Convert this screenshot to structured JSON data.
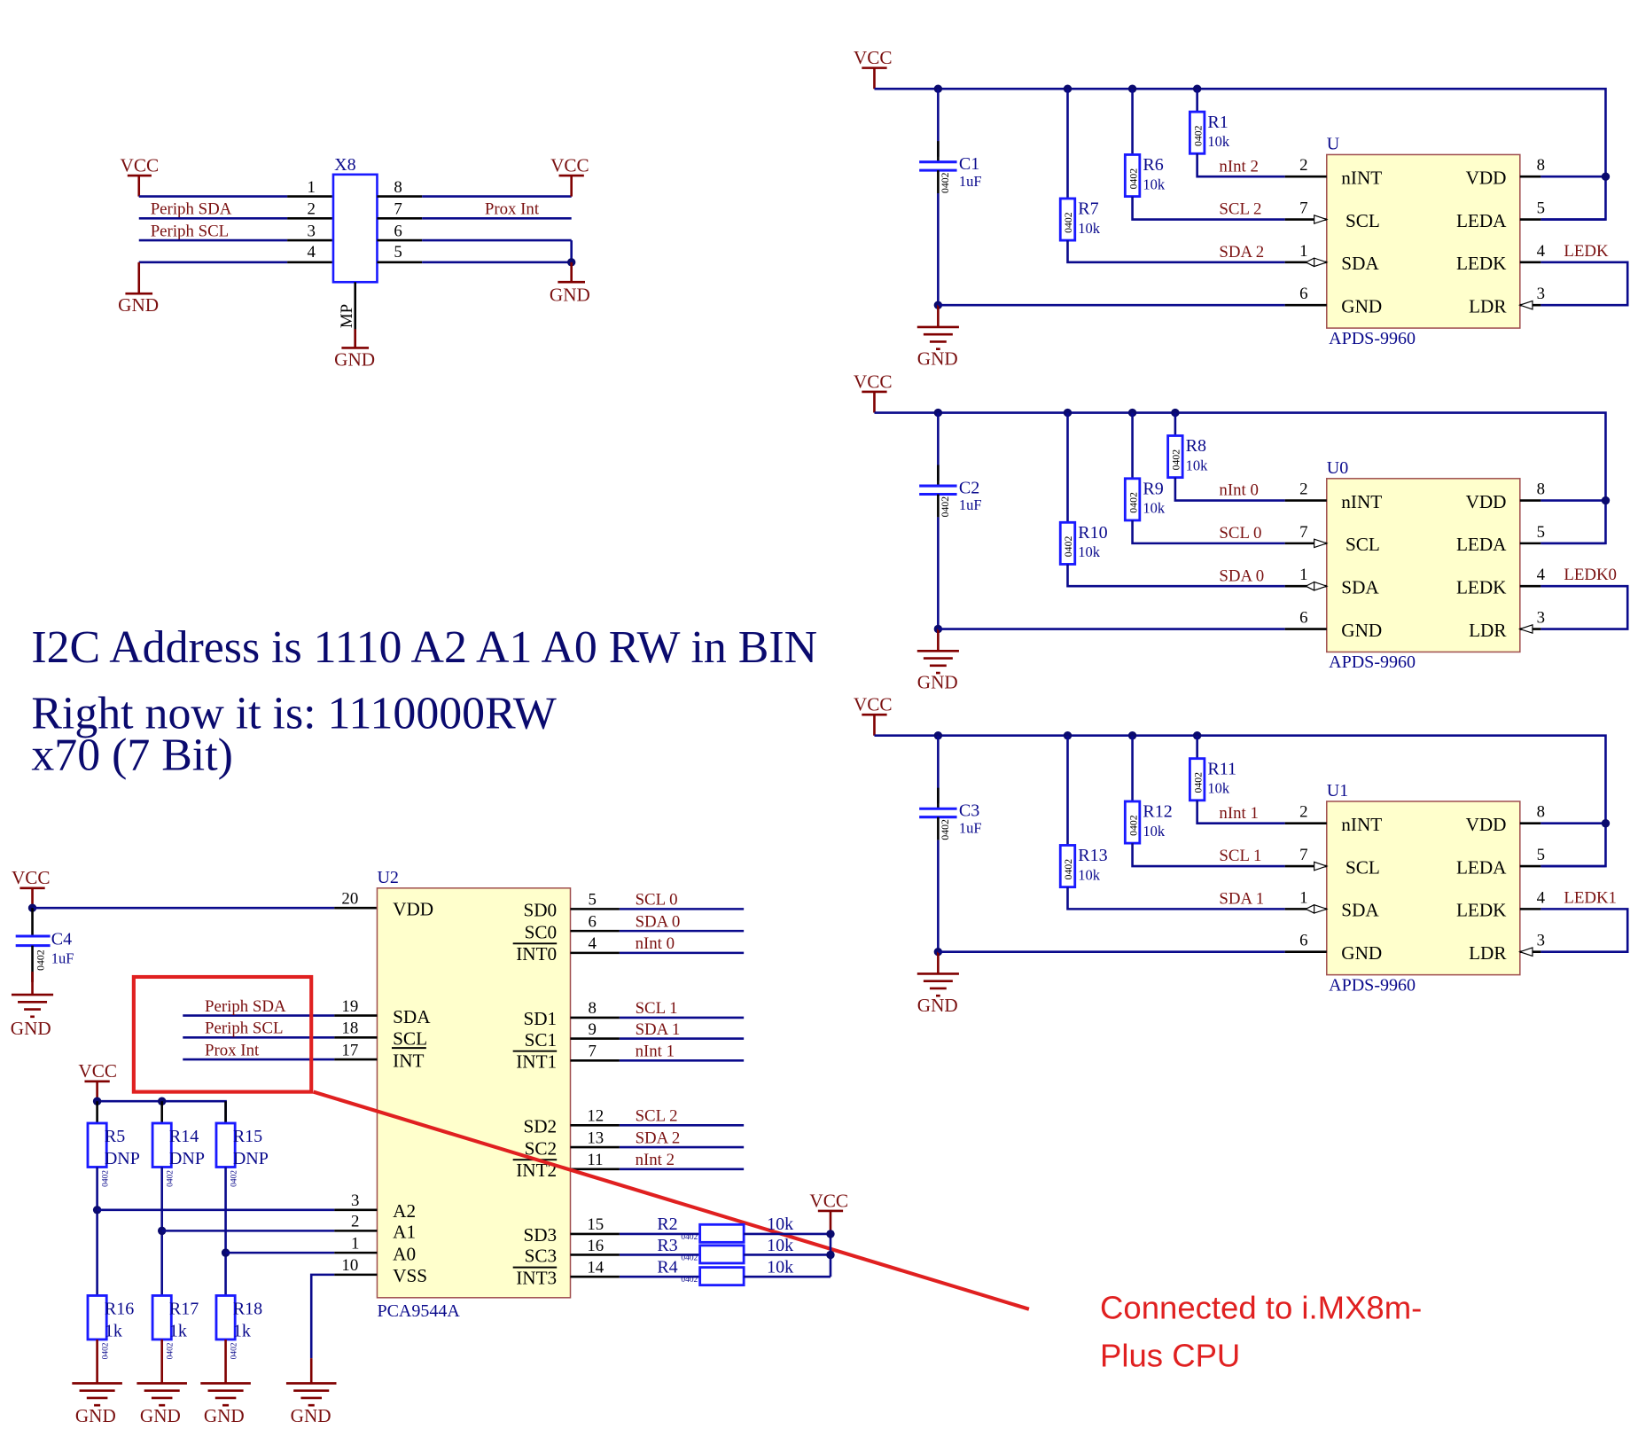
{
  "colors": {
    "wire": "#0a0a8c",
    "power": "#800000",
    "component_outline": "#1a1aff",
    "ic_fill": "#ffffcc",
    "annotation": "#e02020",
    "note_text": "#0a0a6e"
  },
  "power": {
    "vcc": "VCC",
    "gnd": "GND"
  },
  "connector": {
    "ref": "X8",
    "mp": "MP",
    "left_pins": [
      {
        "num": "1",
        "net": ""
      },
      {
        "num": "2",
        "net": "Periph  SDA"
      },
      {
        "num": "3",
        "net": "Periph  SCL"
      },
      {
        "num": "4",
        "net": ""
      }
    ],
    "right_pins": [
      {
        "num": "8",
        "net": ""
      },
      {
        "num": "7",
        "net": "Prox  Int"
      },
      {
        "num": "6",
        "net": ""
      },
      {
        "num": "5",
        "net": ""
      }
    ]
  },
  "sensors": [
    {
      "ref": "U",
      "part": "APDS-9960",
      "cap": {
        "ref": "C1",
        "val": "1uF",
        "pkg": "0402"
      },
      "r_int": {
        "ref": "R1",
        "val": "10k",
        "pkg": "0402"
      },
      "r_scl": {
        "ref": "R6",
        "val": "10k",
        "pkg": "0402"
      },
      "r_sda": {
        "ref": "R7",
        "val": "10k",
        "pkg": "0402"
      },
      "nets": {
        "int": "nInt  2",
        "scl": "SCL  2",
        "sda": "SDA  2",
        "ledk": "LEDK"
      }
    },
    {
      "ref": "U0",
      "part": "APDS-9960",
      "cap": {
        "ref": "C2",
        "val": "1uF",
        "pkg": "0402"
      },
      "r_int": {
        "ref": "R8",
        "val": "10k",
        "pkg": "0402"
      },
      "r_scl": {
        "ref": "R9",
        "val": "10k",
        "pkg": "0402"
      },
      "r_sda": {
        "ref": "R10",
        "val": "10k",
        "pkg": "0402"
      },
      "nets": {
        "int": "nInt  0",
        "scl": "SCL  0",
        "sda": "SDA  0",
        "ledk": "LEDK0"
      }
    },
    {
      "ref": "U1",
      "part": "APDS-9960",
      "cap": {
        "ref": "C3",
        "val": "1uF",
        "pkg": "0402"
      },
      "r_int": {
        "ref": "R11",
        "val": "10k",
        "pkg": "0402"
      },
      "r_scl": {
        "ref": "R12",
        "val": "10k",
        "pkg": "0402"
      },
      "r_sda": {
        "ref": "R13",
        "val": "10k",
        "pkg": "0402"
      },
      "nets": {
        "int": "nInt  1",
        "scl": "SCL  1",
        "sda": "SDA  1",
        "ledk": "LEDK1"
      }
    }
  ],
  "sensor_pins": {
    "left": [
      {
        "num": "2",
        "name": "nINT"
      },
      {
        "num": "7",
        "name": "SCL"
      },
      {
        "num": "1",
        "name": "SDA"
      },
      {
        "num": "6",
        "name": "GND"
      }
    ],
    "right": [
      {
        "num": "8",
        "name": "VDD"
      },
      {
        "num": "5",
        "name": "LEDA"
      },
      {
        "num": "4",
        "name": "LEDK"
      },
      {
        "num": "3",
        "name": "LDR"
      }
    ]
  },
  "notes": {
    "line1": "I2C Address is 1110 A2 A1 A0 RW in BIN",
    "line2": "Right now it is: 1110000RW",
    "line3": "x70 (7 Bit)"
  },
  "mux": {
    "ref": "U2",
    "part": "PCA9544A",
    "cap": {
      "ref": "C4",
      "val": "1uF",
      "pkg": "0402"
    },
    "left_pins": [
      {
        "num": "20",
        "name": "VDD"
      },
      {
        "num": "19",
        "name": "SDA",
        "net": "Periph  SDA"
      },
      {
        "num": "18",
        "name": "SCL",
        "net": "Periph  SCL"
      },
      {
        "num": "17",
        "name": "INT",
        "net": "Prox  Int"
      },
      {
        "num": "3",
        "name": "A2"
      },
      {
        "num": "2",
        "name": "A1"
      },
      {
        "num": "1",
        "name": "A0"
      },
      {
        "num": "10",
        "name": "VSS"
      }
    ],
    "right_pins": [
      {
        "num": "5",
        "name": "SD0",
        "net": "SCL  0"
      },
      {
        "num": "6",
        "name": "SC0",
        "net": "SDA  0"
      },
      {
        "num": "4",
        "name": "INT0",
        "net": "nInt  0"
      },
      {
        "num": "8",
        "name": "SD1",
        "net": "SCL  1"
      },
      {
        "num": "9",
        "name": "SC1",
        "net": "SDA  1"
      },
      {
        "num": "7",
        "name": "INT1",
        "net": "nInt  1"
      },
      {
        "num": "12",
        "name": "SD2",
        "net": "SCL  2"
      },
      {
        "num": "13",
        "name": "SC2",
        "net": "SDA  2"
      },
      {
        "num": "11",
        "name": "INT2",
        "net": "nInt  2"
      },
      {
        "num": "15",
        "name": "SD3"
      },
      {
        "num": "16",
        "name": "SC3"
      },
      {
        "num": "14",
        "name": "INT3"
      }
    ],
    "pullups": [
      {
        "ref": "R2",
        "val": "10k",
        "pkg": "0402"
      },
      {
        "ref": "R3",
        "val": "10k",
        "pkg": "0402"
      },
      {
        "ref": "R4",
        "val": "10k",
        "pkg": "0402"
      }
    ],
    "addr_high": [
      {
        "ref": "R5",
        "val": "DNP",
        "pkg": "0402"
      },
      {
        "ref": "R14",
        "val": "DNP",
        "pkg": "0402"
      },
      {
        "ref": "R15",
        "val": "DNP",
        "pkg": "0402"
      }
    ],
    "addr_low": [
      {
        "ref": "R16",
        "val": "1k",
        "pkg": "0402"
      },
      {
        "ref": "R17",
        "val": "1k",
        "pkg": "0402"
      },
      {
        "ref": "R18",
        "val": "1k",
        "pkg": "0402"
      }
    ]
  },
  "annotation": {
    "line1": "Connected to i.MX8m-",
    "line2": "Plus CPU"
  }
}
